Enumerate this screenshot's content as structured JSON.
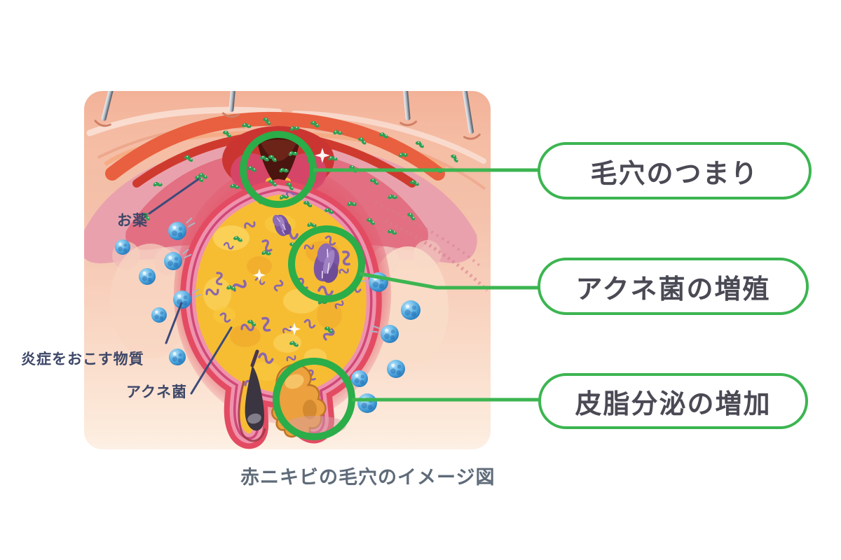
{
  "figure": {
    "caption": "赤ニキビの毛穴のイメージ図",
    "callouts": [
      {
        "id": "pore-clogging",
        "label": "毛穴のつまり"
      },
      {
        "id": "acne-bacteria-growth",
        "label": "アクネ菌の増殖"
      },
      {
        "id": "sebum-increase",
        "label": "皮脂分泌の増加"
      }
    ],
    "inline_labels": [
      {
        "id": "medicine",
        "label": "お薬"
      },
      {
        "id": "inflammatory-substance",
        "label": "炎症をおこす物質"
      },
      {
        "id": "acne-bacteria",
        "label": "アクネ菌"
      }
    ],
    "colors": {
      "accent_green": "#2fb04c",
      "callout_border": "#3cb551",
      "callout_text": "#4a4a55",
      "inline_label_text": "#3d4768",
      "caption_text": "#5f6b79",
      "sebum_yellow": "#f6bd33",
      "inflammation_red": "#e25b6e",
      "substance_blue": "#3f97d6",
      "bacteria_purple": "#7b57a3"
    }
  }
}
